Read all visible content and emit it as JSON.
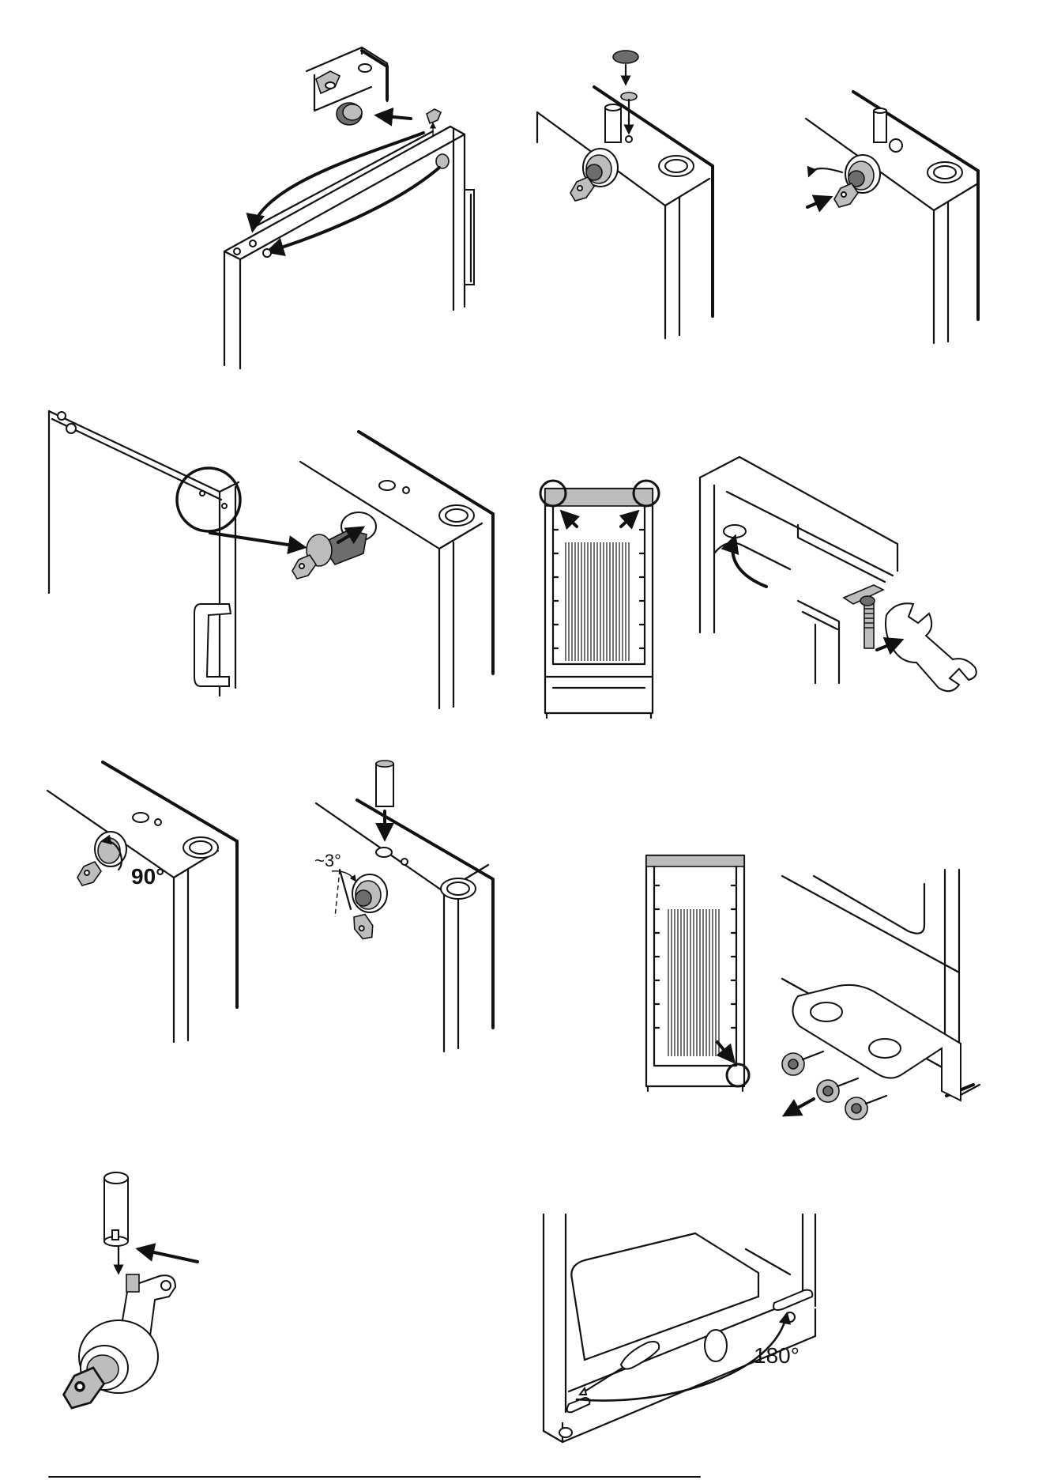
{
  "figure": {
    "steps": [
      {
        "id": "step-1",
        "label": ""
      },
      {
        "id": "step-2",
        "label": ""
      },
      {
        "id": "step-3",
        "label": ""
      },
      {
        "id": "step-4",
        "label": ""
      },
      {
        "id": "step-5",
        "label": ""
      },
      {
        "id": "step-6",
        "label": ""
      },
      {
        "id": "step-7",
        "label": "90°"
      },
      {
        "id": "step-8",
        "label": "~3°"
      },
      {
        "id": "step-9",
        "label": ""
      },
      {
        "id": "step-10",
        "label": ""
      },
      {
        "id": "step-11",
        "label": "180°"
      }
    ]
  },
  "icons": [
    "key-icon",
    "lock-cylinder-icon",
    "arrow-icon",
    "wrench-icon",
    "screw-icon",
    "hinge-bracket-icon",
    "screwdriver-icon",
    "pin-icon"
  ]
}
